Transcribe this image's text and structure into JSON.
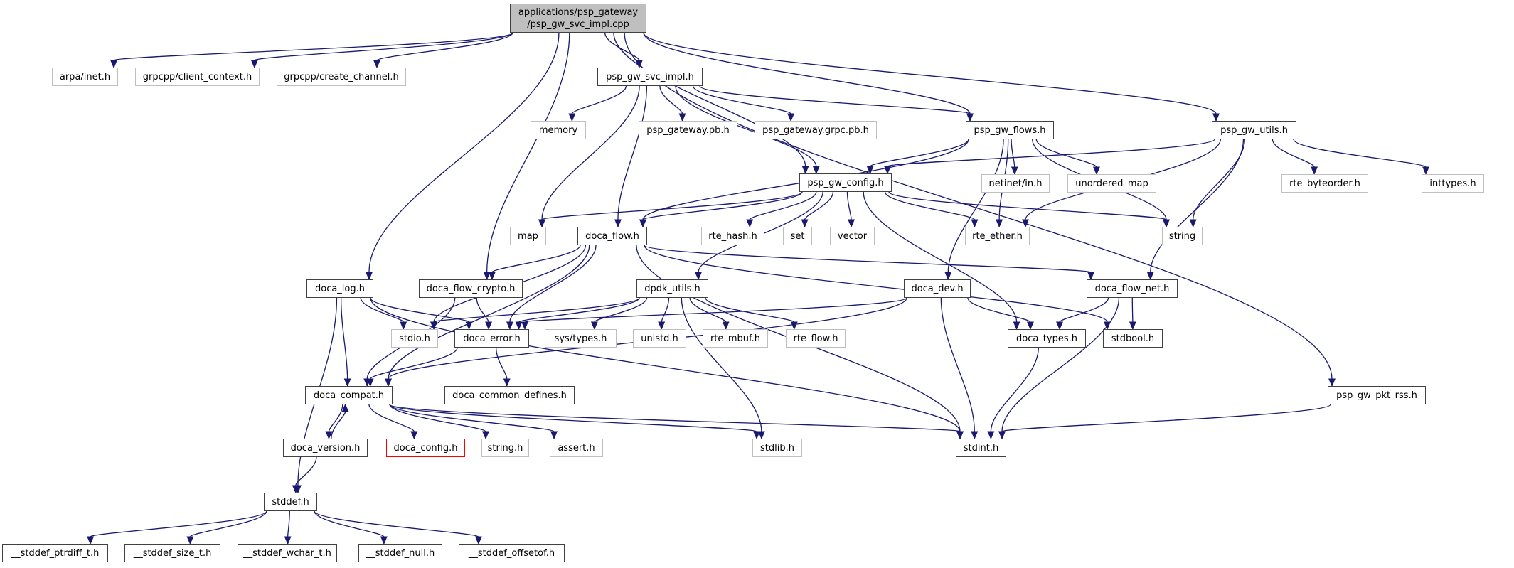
{
  "graph": {
    "title": "Include dependency graph for psp_gw_svc_impl.cpp",
    "colors": {
      "edge": "#191970",
      "root_fill": "#bfbfbf",
      "documented_border": "#404040",
      "external_border": "#bfbfbf",
      "missing_border": "#ff0000"
    },
    "nodes": [
      {
        "id": "root",
        "label": "applications/psp_gateway\n/psp_gw_svc_impl.cpp",
        "kind": "root"
      },
      {
        "id": "arpa_inet",
        "label": "arpa/inet.h",
        "kind": "external"
      },
      {
        "id": "grpc_client_context",
        "label": "grpcpp/client_context.h",
        "kind": "external"
      },
      {
        "id": "grpc_create_channel",
        "label": "grpcpp/create_channel.h",
        "kind": "external"
      },
      {
        "id": "psp_gw_svc_impl_h",
        "label": "psp_gw_svc_impl.h",
        "kind": "documented"
      },
      {
        "id": "memory",
        "label": "memory",
        "kind": "external"
      },
      {
        "id": "psp_gateway_pb",
        "label": "psp_gateway.pb.h",
        "kind": "external"
      },
      {
        "id": "psp_gateway_grpc_pb",
        "label": "psp_gateway.grpc.pb.h",
        "kind": "external"
      },
      {
        "id": "psp_gw_flows",
        "label": "psp_gw_flows.h",
        "kind": "documented"
      },
      {
        "id": "psp_gw_utils",
        "label": "psp_gw_utils.h",
        "kind": "documented"
      },
      {
        "id": "psp_gw_config",
        "label": "psp_gw_config.h",
        "kind": "documented"
      },
      {
        "id": "netinet_in",
        "label": "netinet/in.h",
        "kind": "external"
      },
      {
        "id": "unordered_map",
        "label": "unordered_map",
        "kind": "external"
      },
      {
        "id": "rte_byteorder",
        "label": "rte_byteorder.h",
        "kind": "external"
      },
      {
        "id": "inttypes",
        "label": "inttypes.h",
        "kind": "external"
      },
      {
        "id": "map",
        "label": "map",
        "kind": "external"
      },
      {
        "id": "doca_flow",
        "label": "doca_flow.h",
        "kind": "documented"
      },
      {
        "id": "rte_hash",
        "label": "rte_hash.h",
        "kind": "external"
      },
      {
        "id": "set",
        "label": "set",
        "kind": "external"
      },
      {
        "id": "vector",
        "label": "vector",
        "kind": "external"
      },
      {
        "id": "rte_ether",
        "label": "rte_ether.h",
        "kind": "external"
      },
      {
        "id": "string",
        "label": "string",
        "kind": "external"
      },
      {
        "id": "doca_log",
        "label": "doca_log.h",
        "kind": "documented"
      },
      {
        "id": "doca_flow_crypto",
        "label": "doca_flow_crypto.h",
        "kind": "documented"
      },
      {
        "id": "dpdk_utils",
        "label": "dpdk_utils.h",
        "kind": "documented"
      },
      {
        "id": "doca_dev",
        "label": "doca_dev.h",
        "kind": "documented"
      },
      {
        "id": "doca_flow_net",
        "label": "doca_flow_net.h",
        "kind": "documented"
      },
      {
        "id": "stdio",
        "label": "stdio.h",
        "kind": "external"
      },
      {
        "id": "doca_error",
        "label": "doca_error.h",
        "kind": "documented"
      },
      {
        "id": "sys_types",
        "label": "sys/types.h",
        "kind": "external"
      },
      {
        "id": "unistd",
        "label": "unistd.h",
        "kind": "external"
      },
      {
        "id": "rte_mbuf",
        "label": "rte_mbuf.h",
        "kind": "external"
      },
      {
        "id": "rte_flow",
        "label": "rte_flow.h",
        "kind": "external"
      },
      {
        "id": "doca_types",
        "label": "doca_types.h",
        "kind": "documented"
      },
      {
        "id": "stdbool",
        "label": "stdbool.h",
        "kind": "documented"
      },
      {
        "id": "doca_compat",
        "label": "doca_compat.h",
        "kind": "documented"
      },
      {
        "id": "doca_common_defines",
        "label": "doca_common_defines.h",
        "kind": "documented"
      },
      {
        "id": "psp_gw_pkt_rss",
        "label": "psp_gw_pkt_rss.h",
        "kind": "documented"
      },
      {
        "id": "doca_version",
        "label": "doca_version.h",
        "kind": "documented"
      },
      {
        "id": "doca_config",
        "label": "doca_config.h",
        "kind": "missing"
      },
      {
        "id": "string_h",
        "label": "string.h",
        "kind": "external"
      },
      {
        "id": "assert",
        "label": "assert.h",
        "kind": "external"
      },
      {
        "id": "stdlib",
        "label": "stdlib.h",
        "kind": "external"
      },
      {
        "id": "stdint",
        "label": "stdint.h",
        "kind": "documented"
      },
      {
        "id": "stddef",
        "label": "stddef.h",
        "kind": "documented"
      },
      {
        "id": "stddef_ptrdiff",
        "label": "__stddef_ptrdiff_t.h",
        "kind": "documented"
      },
      {
        "id": "stddef_size",
        "label": "__stddef_size_t.h",
        "kind": "documented"
      },
      {
        "id": "stddef_wchar",
        "label": "__stddef_wchar_t.h",
        "kind": "documented"
      },
      {
        "id": "stddef_null",
        "label": "__stddef_null.h",
        "kind": "documented"
      },
      {
        "id": "stddef_offsetof",
        "label": "__stddef_offsetof.h",
        "kind": "documented"
      }
    ],
    "edges": [
      [
        "root",
        "arpa_inet"
      ],
      [
        "root",
        "grpc_client_context"
      ],
      [
        "root",
        "grpc_create_channel"
      ],
      [
        "root",
        "psp_gw_svc_impl_h"
      ],
      [
        "root",
        "psp_gw_config"
      ],
      [
        "root",
        "psp_gw_flows"
      ],
      [
        "root",
        "psp_gw_utils"
      ],
      [
        "root",
        "doca_log"
      ],
      [
        "root",
        "doca_flow_crypto"
      ],
      [
        "root",
        "psp_gw_pkt_rss"
      ],
      [
        "psp_gw_svc_impl_h",
        "memory"
      ],
      [
        "psp_gw_svc_impl_h",
        "psp_gateway_pb"
      ],
      [
        "psp_gw_svc_impl_h",
        "psp_gateway_grpc_pb"
      ],
      [
        "psp_gw_svc_impl_h",
        "psp_gw_flows"
      ],
      [
        "psp_gw_svc_impl_h",
        "psp_gw_config"
      ],
      [
        "psp_gw_svc_impl_h",
        "map"
      ],
      [
        "psp_gw_svc_impl_h",
        "doca_flow"
      ],
      [
        "psp_gw_flows",
        "psp_gw_config"
      ],
      [
        "psp_gw_flows",
        "netinet_in"
      ],
      [
        "psp_gw_flows",
        "unordered_map"
      ],
      [
        "psp_gw_flows",
        "rte_ether"
      ],
      [
        "psp_gw_flows",
        "string"
      ],
      [
        "psp_gw_flows",
        "doca_flow"
      ],
      [
        "psp_gw_flows",
        "doca_dev"
      ],
      [
        "psp_gw_utils",
        "psp_gw_config"
      ],
      [
        "psp_gw_utils",
        "rte_byteorder"
      ],
      [
        "psp_gw_utils",
        "inttypes"
      ],
      [
        "psp_gw_utils",
        "rte_ether"
      ],
      [
        "psp_gw_utils",
        "string"
      ],
      [
        "psp_gw_utils",
        "doca_flow_net"
      ],
      [
        "psp_gw_config",
        "map"
      ],
      [
        "psp_gw_config",
        "doca_flow"
      ],
      [
        "psp_gw_config",
        "rte_hash"
      ],
      [
        "psp_gw_config",
        "set"
      ],
      [
        "psp_gw_config",
        "vector"
      ],
      [
        "psp_gw_config",
        "rte_ether"
      ],
      [
        "psp_gw_config",
        "string"
      ],
      [
        "psp_gw_config",
        "dpdk_utils"
      ],
      [
        "psp_gw_config",
        "doca_types"
      ],
      [
        "doca_flow",
        "doca_flow_crypto"
      ],
      [
        "doca_flow",
        "doca_error"
      ],
      [
        "doca_flow",
        "doca_compat"
      ],
      [
        "doca_flow",
        "stdio"
      ],
      [
        "doca_flow",
        "doca_flow_net"
      ],
      [
        "doca_flow",
        "stdbool"
      ],
      [
        "doca_flow",
        "stdint"
      ],
      [
        "doca_log",
        "stdio"
      ],
      [
        "doca_log",
        "doca_error"
      ],
      [
        "doca_log",
        "doca_compat"
      ],
      [
        "doca_log",
        "stdint"
      ],
      [
        "doca_log",
        "stddef"
      ],
      [
        "doca_flow_crypto",
        "doca_error"
      ],
      [
        "doca_flow_crypto",
        "doca_compat"
      ],
      [
        "dpdk_utils",
        "stdio"
      ],
      [
        "dpdk_utils",
        "doca_error"
      ],
      [
        "dpdk_utils",
        "sys_types"
      ],
      [
        "dpdk_utils",
        "unistd"
      ],
      [
        "dpdk_utils",
        "rte_mbuf"
      ],
      [
        "dpdk_utils",
        "rte_flow"
      ],
      [
        "dpdk_utils",
        "stdlib"
      ],
      [
        "doca_dev",
        "doca_error"
      ],
      [
        "doca_dev",
        "doca_types"
      ],
      [
        "doca_dev",
        "doca_compat"
      ],
      [
        "doca_dev",
        "stdint"
      ],
      [
        "doca_flow_net",
        "doca_types"
      ],
      [
        "doca_flow_net",
        "stdbool"
      ],
      [
        "doca_flow_net",
        "stdint"
      ],
      [
        "doca_error",
        "doca_compat"
      ],
      [
        "doca_error",
        "doca_common_defines"
      ],
      [
        "doca_types",
        "stdint"
      ],
      [
        "doca_compat",
        "doca_version"
      ],
      [
        "doca_compat",
        "doca_config"
      ],
      [
        "doca_compat",
        "string_h"
      ],
      [
        "doca_compat",
        "assert"
      ],
      [
        "doca_compat",
        "stdlib"
      ],
      [
        "doca_compat",
        "stdint"
      ],
      [
        "doca_version",
        "doca_compat"
      ],
      [
        "doca_version",
        "stddef"
      ],
      [
        "psp_gw_pkt_rss",
        "stdint"
      ],
      [
        "stddef",
        "stddef_ptrdiff"
      ],
      [
        "stddef",
        "stddef_size"
      ],
      [
        "stddef",
        "stddef_wchar"
      ],
      [
        "stddef",
        "stddef_null"
      ],
      [
        "stddef",
        "stddef_offsetof"
      ]
    ]
  }
}
